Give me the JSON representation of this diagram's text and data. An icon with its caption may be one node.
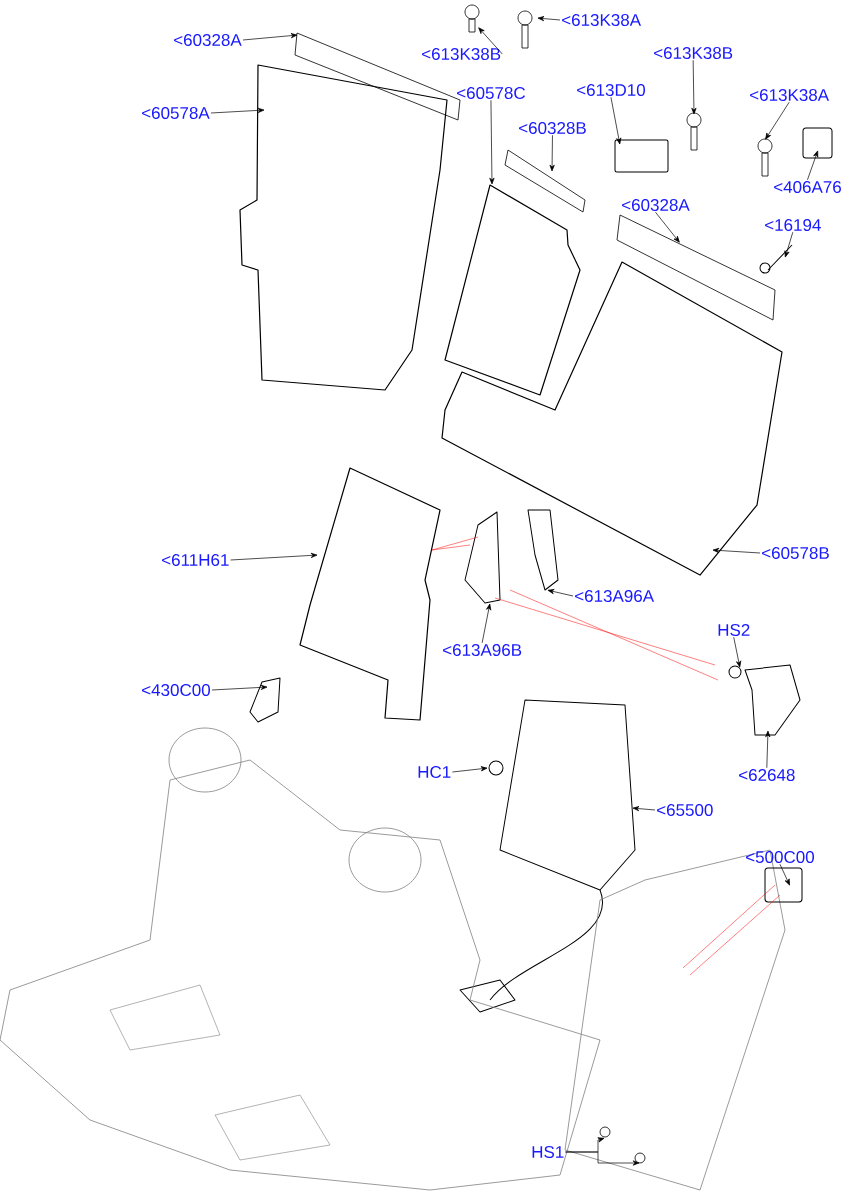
{
  "diagram": {
    "nodes": [
      {
        "text": [
          "<60328A"
        ]
      },
      {
        "text": [
          "<613K38B"
        ]
      },
      {
        "text": [
          "<613K38A"
        ]
      },
      {
        "text": [
          "<60578A"
        ]
      },
      {
        "text": [
          "<60578C"
        ]
      },
      {
        "text": [
          "<613D10"
        ]
      },
      {
        "text": [
          "<613K38B"
        ]
      },
      {
        "text": [
          "<613K38A"
        ]
      },
      {
        "text": [
          "<60328B"
        ]
      },
      {
        "text": [
          "<406A76"
        ]
      },
      {
        "text": [
          "<60328A"
        ]
      },
      {
        "text": [
          "<16194"
        ]
      },
      {
        "text": [
          "<611H61"
        ]
      },
      {
        "text": [
          "<60578B"
        ]
      },
      {
        "text": [
          "<613A96A"
        ]
      },
      {
        "text": [
          "<613A96B"
        ]
      },
      {
        "text": [
          "HS2"
        ]
      },
      {
        "text": [
          "<430C00"
        ]
      },
      {
        "text": [
          "HC1"
        ]
      },
      {
        "text": [
          "<62648"
        ]
      },
      {
        "text": [
          "<65500"
        ]
      },
      {
        "text": [
          "<500C00"
        ]
      },
      {
        "text": [
          "HS1"
        ]
      }
    ],
    "edges": [
      {
        "from": 0,
        "to": null,
        "arrow": "to"
      },
      {
        "from": 1,
        "to": null,
        "arrow": "to"
      },
      {
        "from": 2,
        "to": null,
        "arrow": "to"
      },
      {
        "from": 3,
        "to": null,
        "arrow": "to"
      },
      {
        "from": 4,
        "to": null,
        "arrow": "to"
      },
      {
        "from": 5,
        "to": null,
        "arrow": "to"
      },
      {
        "from": 6,
        "to": null,
        "arrow": "to"
      },
      {
        "from": 7,
        "to": null,
        "arrow": "to"
      },
      {
        "from": 8,
        "to": null,
        "arrow": "to"
      },
      {
        "from": 9,
        "to": null,
        "arrow": "to"
      },
      {
        "from": 10,
        "to": null,
        "arrow": "to"
      },
      {
        "from": 11,
        "to": null,
        "arrow": "to"
      },
      {
        "from": 12,
        "to": null,
        "arrow": "to"
      },
      {
        "from": 13,
        "to": null,
        "arrow": "to"
      },
      {
        "from": 14,
        "to": null,
        "arrow": "to"
      },
      {
        "from": 15,
        "to": null,
        "arrow": "to"
      },
      {
        "from": 16,
        "to": null,
        "arrow": "to"
      },
      {
        "from": 17,
        "to": null,
        "arrow": "to"
      },
      {
        "from": 18,
        "to": null,
        "arrow": "to"
      },
      {
        "from": 19,
        "to": null,
        "arrow": "to"
      },
      {
        "from": 20,
        "to": null,
        "arrow": "to"
      },
      {
        "from": 21,
        "to": null,
        "arrow": "to"
      },
      {
        "from": 22,
        "to": null,
        "arrow": "to"
      },
      {
        "from": 22,
        "to": null,
        "arrow": "to"
      }
    ]
  }
}
